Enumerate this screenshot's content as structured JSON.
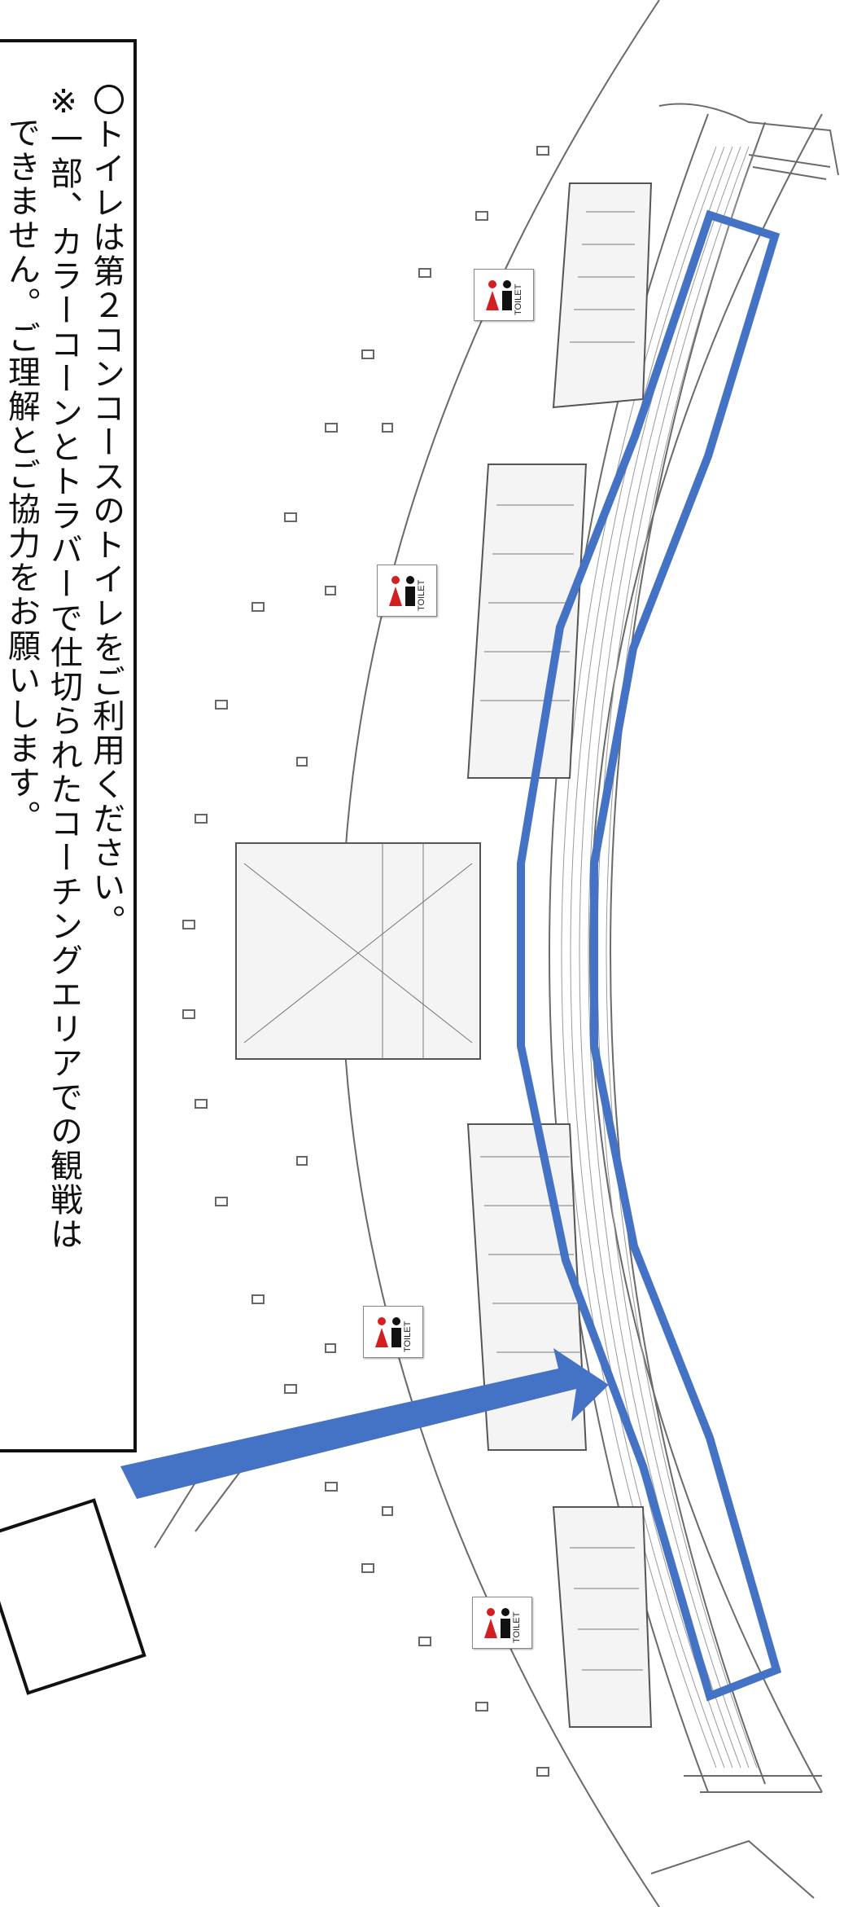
{
  "notice": {
    "line1": "〇トイレは第２コンコースのトイレをご利用ください。",
    "line2": "※一部、カラーコーンとトラバーで仕切られたコーチングエリアでの観戦は",
    "line3": "できません。ご理解とご協力をお願いします。"
  },
  "toilet_label": "TOILET",
  "colors": {
    "highlight": "#4472c4",
    "line": "#555555",
    "toilet_red": "#d22020"
  },
  "icons": [
    "toilet-icon",
    "entrance-arrow-icon"
  ]
}
